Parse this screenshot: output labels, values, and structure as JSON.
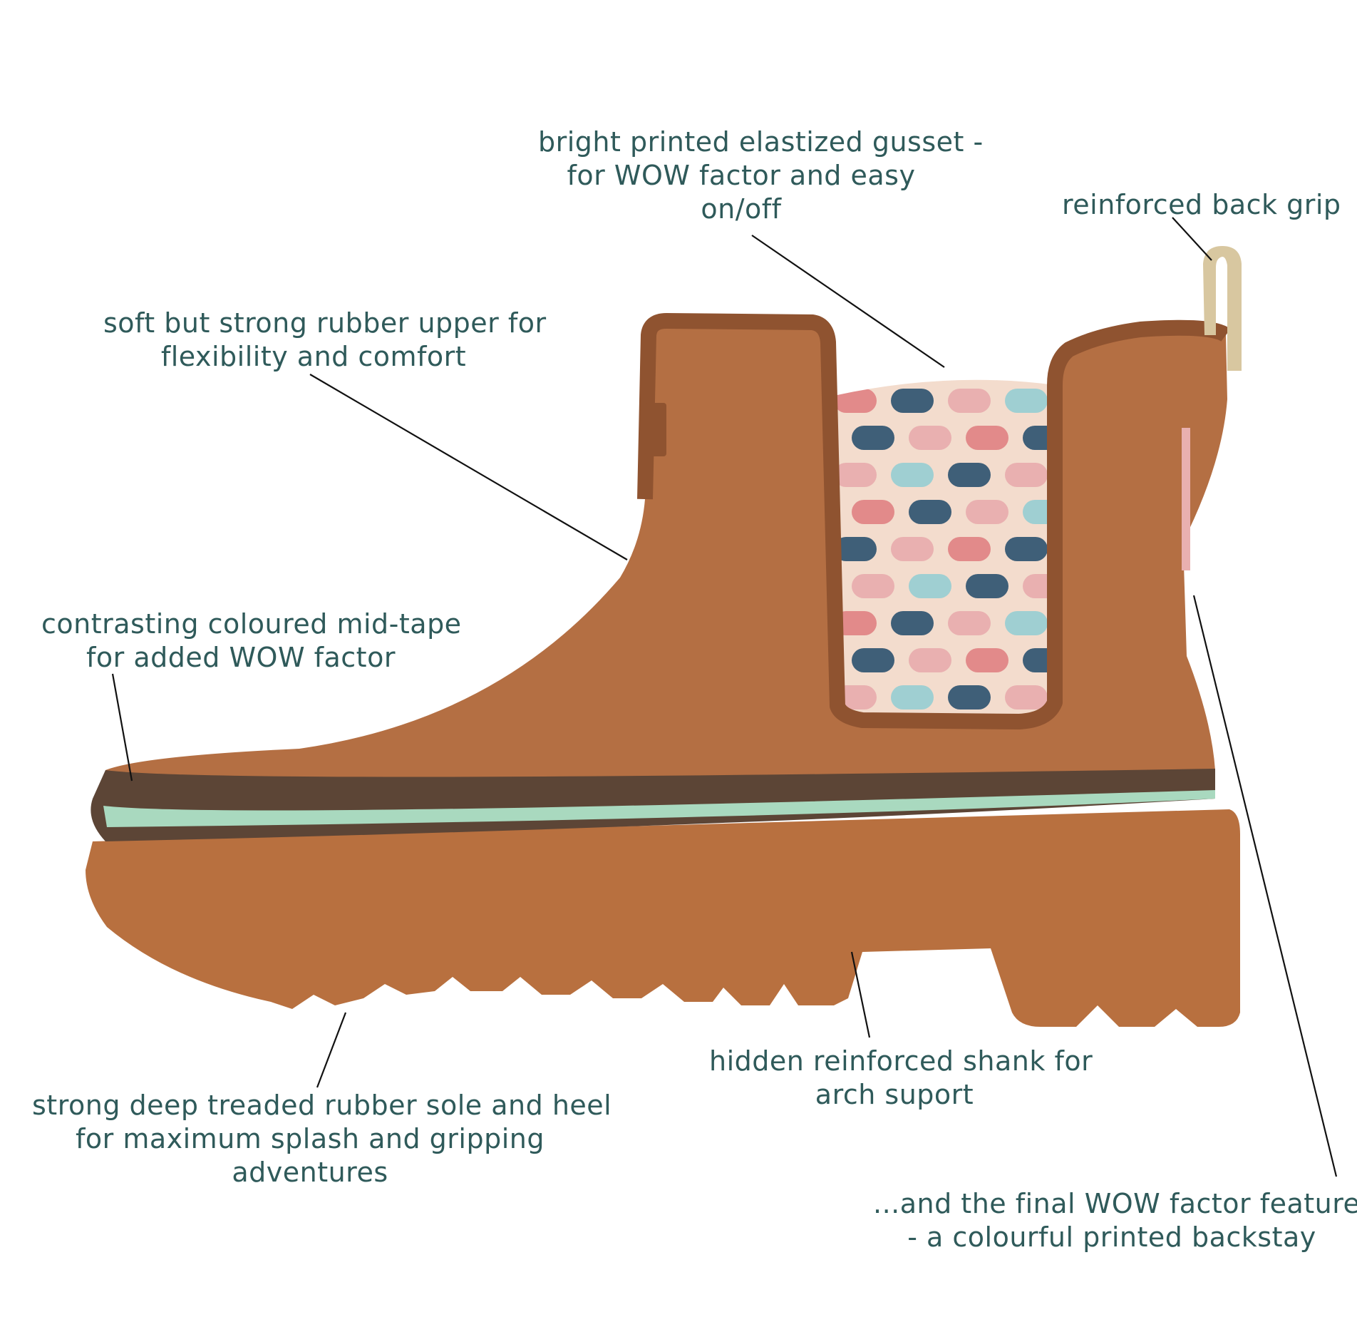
{
  "colors": {
    "text": "#2f5a5a",
    "leader_line": "#111111",
    "boot_body": "#b46f43",
    "boot_edge": "#8f5330",
    "sole": "#b8703f",
    "mid_tape_dark": "#5c4536",
    "mid_tape_accent": "#a9d9bf",
    "gusset_base": "#f3dccd",
    "gusset_blue": "#3f5f78",
    "gusset_pink": "#e28a8a",
    "gusset_light_pink": "#e9b0b0",
    "gusset_aqua": "#9fcfd2",
    "pull_tab": "#d8c7a0"
  },
  "callouts": {
    "gusset": [
      "bright printed elastized gusset -",
      "for WOW factor and easy",
      "on/off"
    ],
    "back_grip": [
      "reinforced back grip"
    ],
    "upper": [
      "soft but strong rubber upper for",
      "flexibility and comfort"
    ],
    "mid_tape": [
      "contrasting coloured mid-tape",
      "for added WOW factor"
    ],
    "shank": [
      "hidden reinforced shank for",
      "arch suport"
    ],
    "sole": [
      "strong deep treaded rubber sole and heel",
      "for maximum splash and gripping",
      "adventures"
    ],
    "backstay": [
      "...and the final WOW factor feature",
      "- a colourful printed backstay"
    ]
  }
}
